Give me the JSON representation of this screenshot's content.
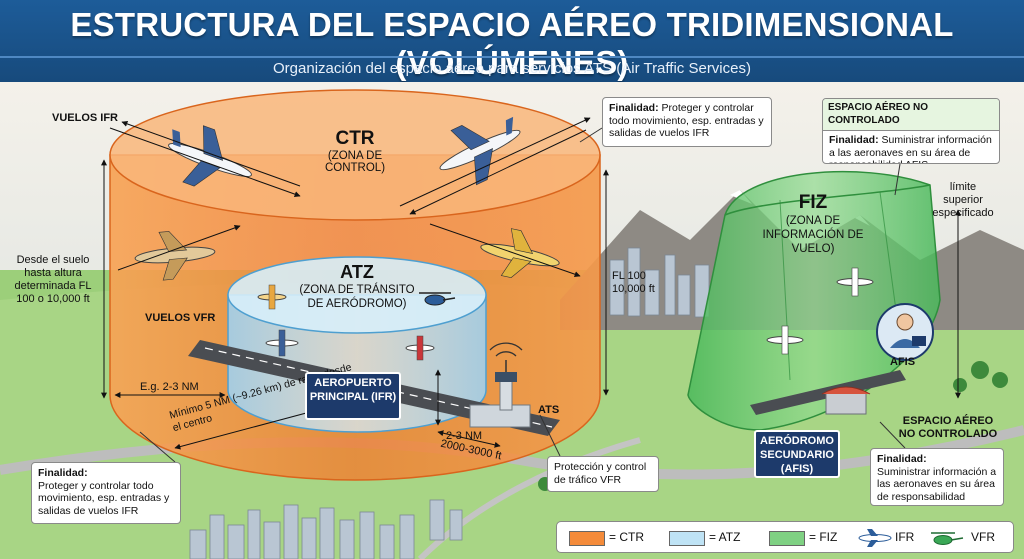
{
  "title": "ESTRUCTURA DEL ESPACIO AÉREO TRIDIMENSIONAL (VOLÚMENES)",
  "subtitle": "Organización del espacio aéreo para servicios ATS (Air Traffic Services)",
  "ctr": {
    "name": "CTR",
    "desc": "(ZONA DE CONTROL)",
    "color": "#f48b3a"
  },
  "atz": {
    "name": "ATZ",
    "desc": "(ZONA DE TRÁNSITO DE AERÓDROMO)",
    "color": "#a9d6ee"
  },
  "fiz": {
    "name": "FIZ",
    "desc": "(ZONA DE INFORMACIÓN DE VUELO)",
    "color": "#5ec66a"
  },
  "labels": {
    "ifr_flights": "VUELOS IFR",
    "vfr_flights": "VUELOS VFR",
    "height_left": "Desde el suelo hasta altura determinada FL 100 o 10,000 ft",
    "height_right": "FL 100 10,000 ft",
    "eg_radius": "E.g. 2-3 NM",
    "min_radius": "Mínimo 5 NM (~9.26 km) de radio desde el centro",
    "atz_radius": "2-3 NM",
    "atz_height": "2000-3000 ft",
    "ats": "ATS",
    "main_airport": "AEROPUERTO PRINCIPAL (IFR)",
    "secondary_airport": "AERÓDROMO SECUNDARIO (AFIS)",
    "afis": "AFIS",
    "upper_limit": "límite superior especificado",
    "uncontrolled": "ESPACIO AÉREO NO CONTROLADO",
    "uncontrolled_lower": "ESPACIO AÉREO NO CONTROLADO"
  },
  "boxes": {
    "ctr_top": {
      "head": "Finalidad:",
      "body": "Proteger y controlar todo movimiento, esp. entradas y salidas de vuelos IFR"
    },
    "ctr_bottom": {
      "head": "Finalidad:",
      "body": "Proteger y controlar todo movimiento, esp. entradas y salidas de vuelos IFR"
    },
    "atz": {
      "body": "Protección y control de tráfico VFR"
    },
    "fiz_top": {
      "head": "Finalidad:",
      "body": "Suministrar información a las aeronaves en su área de responsabilidad AFIS"
    },
    "fiz_bottom": {
      "head": "Finalidad:",
      "body": "Suministrar información a las aeronaves en su área de responsabilidad"
    }
  },
  "legend": {
    "ctr": "= CTR",
    "atz": "= ATZ",
    "fiz": "= FIZ",
    "ifr": "IFR",
    "vfr": "VFR"
  }
}
